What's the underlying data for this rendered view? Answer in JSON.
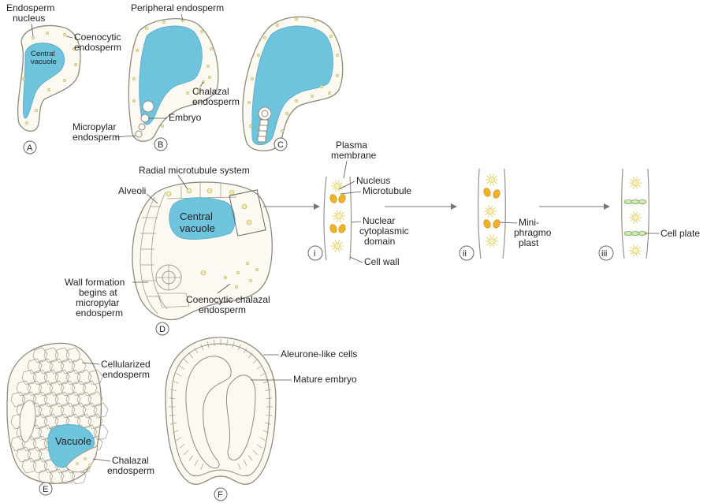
{
  "panels": {
    "a": {
      "tag": "A",
      "labels": {
        "endosperm": "Endosperm",
        "nucleus": "nucleus",
        "coenocytic": "Coenocytic",
        "endosperm2": "endosperm",
        "central": "Central",
        "vacuole": "vacuole"
      }
    },
    "b": {
      "tag": "B",
      "labels": {
        "peripheral": "Peripheral endosperm",
        "chalazal": "Chalazal",
        "chalazal2": "endosperm",
        "embryo": "Embryo",
        "micropylar": "Micropylar",
        "micropylar2": "endosperm"
      }
    },
    "c": {
      "tag": "C"
    },
    "d": {
      "tag": "D",
      "labels": {
        "radial": "Radial microtubule system",
        "alveoli": "Alveoli",
        "central": "Central",
        "vacuole": "vacuole",
        "wall1": "Wall formation",
        "wall2": "begins at",
        "wall3": "micropylar",
        "wall4": "endosperm",
        "coeno1": "Coenocytic chalazal",
        "coeno2": "endosperm"
      }
    },
    "steps": {
      "i": {
        "tag": "i",
        "plasma1": "Plasma",
        "plasma2": "membrane",
        "nucleus": "Nucleus",
        "microtubule": "Microtubule",
        "ncd1": "Nuclear",
        "ncd2": "cytoplasmic",
        "ncd3": "domain",
        "cellwall": "Cell wall"
      },
      "ii": {
        "tag": "ii",
        "mp1": "Mini-",
        "mp2": "phragmo",
        "mp3": "plast"
      },
      "iii": {
        "tag": "iii",
        "cellplate": "Cell plate"
      }
    },
    "e": {
      "tag": "E",
      "labels": {
        "cellularized1": "Cellularized",
        "cellularized2": "endosperm",
        "vacuole": "Vacuole",
        "chalazal1": "Chalazal",
        "chalazal2": "endosperm"
      }
    },
    "f": {
      "tag": "F",
      "labels": {
        "aleurone": "Aleurone-like cells",
        "mature": "Mature embryo"
      }
    }
  },
  "colors": {
    "vacuole": "#6ec3dd",
    "nucleus": "#f1b228",
    "microtubule_center": "#f8f2b6",
    "cell_plate": "#cfe9b5",
    "outline": "#8f8a79",
    "background": "#fbf9f1"
  }
}
